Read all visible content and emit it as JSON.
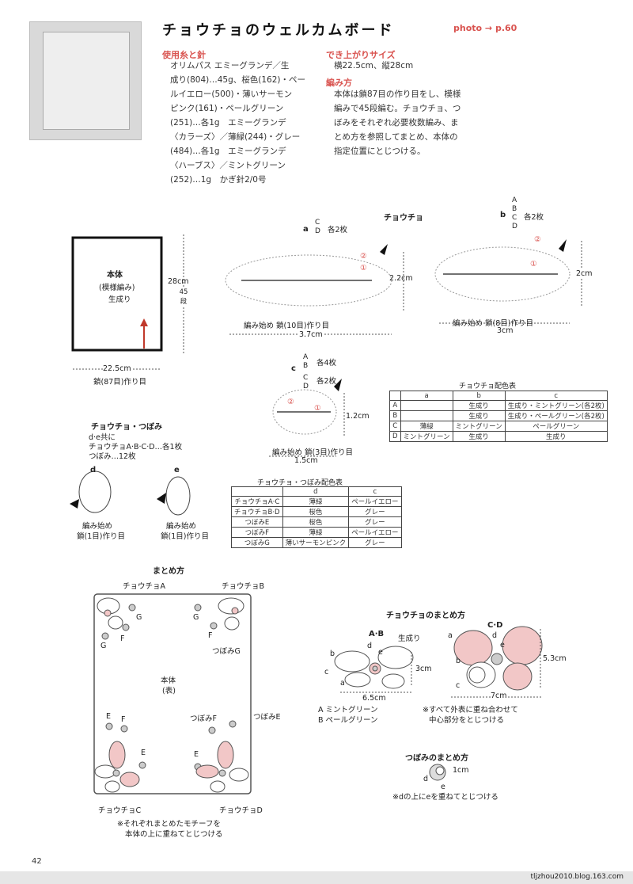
{
  "header": {
    "title": "チョウチョのウェルカムボード",
    "photo_ref": "photo → p.60"
  },
  "materials": {
    "heading": "使用糸と針",
    "lines": [
      "オリムパス エミーグランデ／生",
      "成り(804)…45g、桜色(162)・ペー",
      "ルイエロー(500)・薄いサーモン",
      "ピンク(161)・ペールグリーン",
      "(251)…各1g　エミーグランデ",
      "〈カラーズ〉／薄緑(244)・グレー",
      "(484)…各1g　エミーグランデ",
      "〈ハーブス〉／ミントグリーン",
      "(252)…1g　かぎ針2/0号"
    ]
  },
  "size": {
    "heading": "でき上がりサイズ",
    "value": "横22.5cm、縦28cm"
  },
  "method": {
    "heading": "編み方",
    "lines": [
      "本体は鎖87目の作り目をし、模様",
      "編みで45段編む。チョウチョ、つ",
      "ぼみをそれぞれ必要枚数編み、ま",
      "とめ方を参照してまとめ、本体の",
      "指定位置にとじつける。"
    ]
  },
  "honntai": {
    "title": "本体",
    "pattern": "(模様編み)",
    "color": "生成り",
    "height": "28cm",
    "rows": "45段",
    "width": "22.5cm",
    "chain": "鎖(87目)作り目"
  },
  "butterfly": {
    "title": "チョウチョ",
    "a_label": "a",
    "a_letters": [
      "C",
      "D"
    ],
    "a_count": "各2枚",
    "a_height": "2.2cm",
    "a_width": "3.7cm",
    "a_start": "編み始め 鎖(10目)作り目",
    "b_label": "b",
    "b_letters": [
      "A",
      "B",
      "C",
      "D"
    ],
    "b_count": "各2枚",
    "b_height": "2cm",
    "b_width": "3cm",
    "b_start": "編み始め 鎖(8目)作り目",
    "c_label": "c",
    "c_letters_1": [
      "A",
      "B"
    ],
    "c_count_1": "各4枚",
    "c_letters_2": [
      "C",
      "D"
    ],
    "c_count_2": "各2枚",
    "c_height": "1.2cm",
    "c_width": "1.5cm",
    "c_start": "編み始め 鎖(3目)作り目",
    "mark1": "①",
    "mark2": "②"
  },
  "butterfly_color_table": {
    "caption": "チョウチョ配色表",
    "header": [
      "",
      "a",
      "b",
      "c"
    ],
    "rows": [
      [
        "A",
        "",
        "生成り",
        "生成り・ミントグリーン(各2枚)"
      ],
      [
        "B",
        "",
        "生成り",
        "生成り・ペールグリーン(各2枚)"
      ],
      [
        "C",
        "薄緑",
        "ミントグリーン",
        "ペールグリーン"
      ],
      [
        "D",
        "ミントグリーン",
        "生成り",
        "生成り"
      ]
    ]
  },
  "bud_section": {
    "title": "チョウチョ・つぼみ",
    "lines": [
      "d·e共に",
      "チョウチョA·B·C·D…各1枚",
      "つぼみ…12枚"
    ],
    "d": "d",
    "e": "e",
    "start_1": "編み始め",
    "start_2": "鎖(1目)作り目"
  },
  "bud_color_table": {
    "caption": "チョウチョ・つぼみ配色表",
    "header": [
      "",
      "d",
      "c"
    ],
    "rows": [
      [
        "チョウチョA·C",
        "薄緑",
        "ペールイエロー"
      ],
      [
        "チョウチョB·D",
        "桜色",
        "グレー"
      ],
      [
        "つぼみE",
        "桜色",
        "グレー"
      ],
      [
        "つぼみF",
        "薄緑",
        "ペールイエロー"
      ],
      [
        "つぼみG",
        "薄いサーモンピンク",
        "グレー"
      ]
    ]
  },
  "assembly": {
    "title": "まとめ方",
    "body_1": "本体",
    "body_2": "(表)",
    "butterfly_A": "チョウチョA",
    "butterfly_B": "チョウチョB",
    "butterfly_C": "チョウチョC",
    "butterfly_D": "チョウチョD",
    "bud_G": "つぼみG",
    "bud_F": "つぼみF",
    "bud_E": "つぼみE",
    "E": "E",
    "F": "F",
    "G": "G",
    "note_1": "※それぞれまとめたモチーフを",
    "note_2": "本体の上に重ねてとじつける"
  },
  "butterfly_assembly": {
    "title": "チョウチョのまとめ方",
    "ab": "A·B",
    "cd": "C·D",
    "a": "a",
    "b": "b",
    "c": "c",
    "d": "d",
    "e": "e",
    "kinari": "生成り",
    "h1": "3cm",
    "w1": "6.5cm",
    "legend_1": "A ミントグリーン",
    "legend_2": "B ペールグリーン",
    "h2": "5.3cm",
    "w2": "7cm",
    "note_1": "※すべて外表に重ね合わせて",
    "note_2": "中心部分をとじつける"
  },
  "bud_assembly": {
    "title": "つぼみのまとめ方",
    "size": "1cm",
    "d": "d",
    "e": "e",
    "note": "※dの上にeを重ねてとじつける"
  },
  "page_number": "42",
  "blog_url": "tljzhou2010.blog.163.com",
  "colors": {
    "accent": "#d9534f",
    "pink": "#f2c7c7",
    "arrow": "#c0392b"
  }
}
